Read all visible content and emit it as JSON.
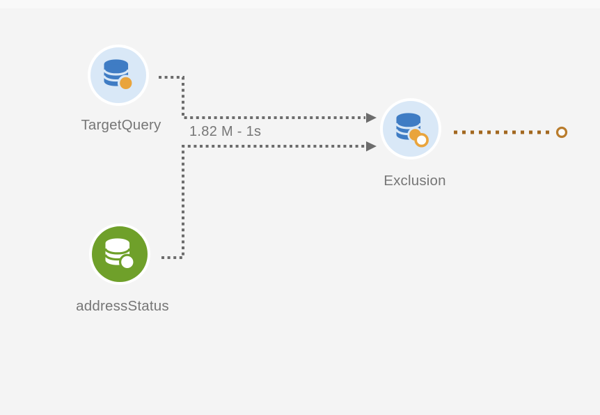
{
  "canvas": {
    "name": "workflow-editor-canvas",
    "background": "#f4f4f4"
  },
  "nodes": [
    {
      "id": "targetQuery",
      "label": "TargetQuery",
      "kind": "query-activity",
      "icon": "database-icon",
      "badge": "orange-dot-badge",
      "circle_fill": "#d9e8f7",
      "icon_color": "#3f7cc4"
    },
    {
      "id": "addressStatus",
      "label": "addressStatus",
      "kind": "query-activity",
      "icon": "database-icon",
      "badge": "white-dot-badge",
      "circle_fill": "#6fa02a",
      "icon_color": "#ffffff"
    },
    {
      "id": "exclusion",
      "label": "Exclusion",
      "kind": "exclusion-activity",
      "icon": "database-exclusion-icon",
      "badge": "overlapping-circles-badge",
      "circle_fill": "#d9e8f7",
      "icon_color": "#3f7cc4"
    }
  ],
  "edges": [
    {
      "from": "TargetQuery",
      "to": "Exclusion",
      "label": "1.82 M - 1s",
      "style": "dotted-gray-arrow"
    },
    {
      "from": "addressStatus",
      "to": "Exclusion",
      "label": "",
      "style": "dotted-gray-arrow"
    },
    {
      "from": "Exclusion",
      "to": "unconnected-outlet",
      "label": "",
      "style": "dotted-orange-open-ring"
    }
  ],
  "colors": {
    "background": "#f4f4f4",
    "edge_gray": "#6c6c6c",
    "edge_orange": "#a2671f",
    "outlet_ring": "#b97c2c",
    "node_blue_fill": "#d9e8f7",
    "node_green_fill": "#6fa02a",
    "db_blue": "#3f7cc4",
    "badge_orange": "#e9a43c",
    "label_gray": "#767676"
  }
}
